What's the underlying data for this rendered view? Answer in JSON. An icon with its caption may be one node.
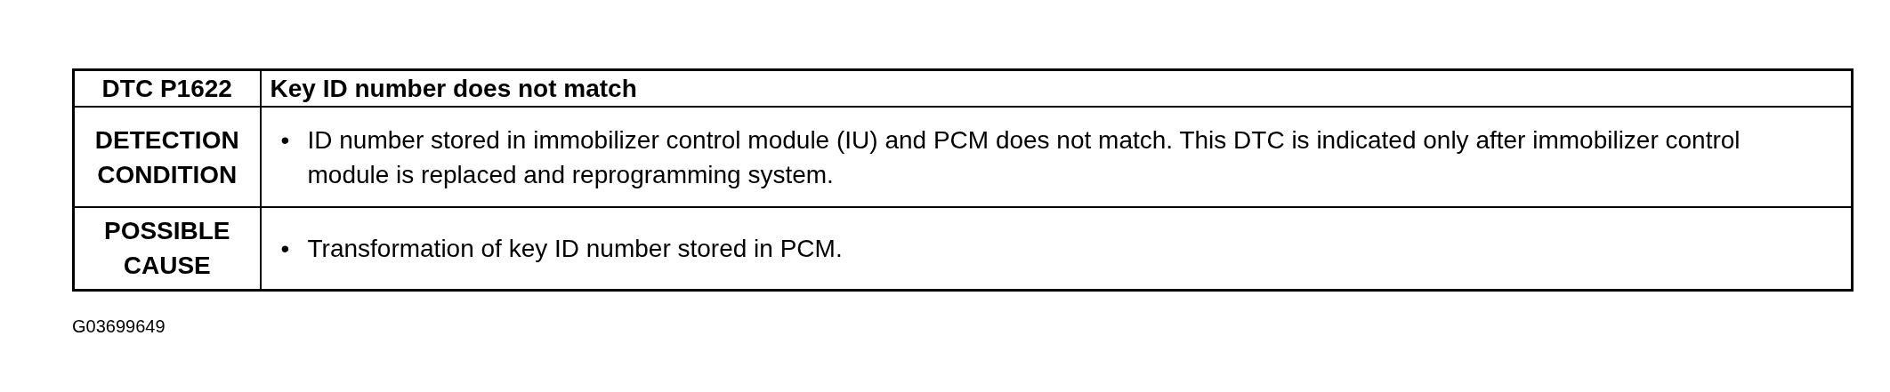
{
  "diagram": {
    "labels": [
      "DTC P1622",
      "Key ID number does not match",
      "DETECTION CONDITION",
      "•",
      "ID number stored in immobilizer control module (IU) and PCM does not match. This DTC is indicated only after immobilizer control module is replaced and reprogramming system.",
      "POSSIBLE CAUSE",
      "•",
      "Transformation of key ID number stored in PCM.",
      "G03699649"
    ]
  }
}
